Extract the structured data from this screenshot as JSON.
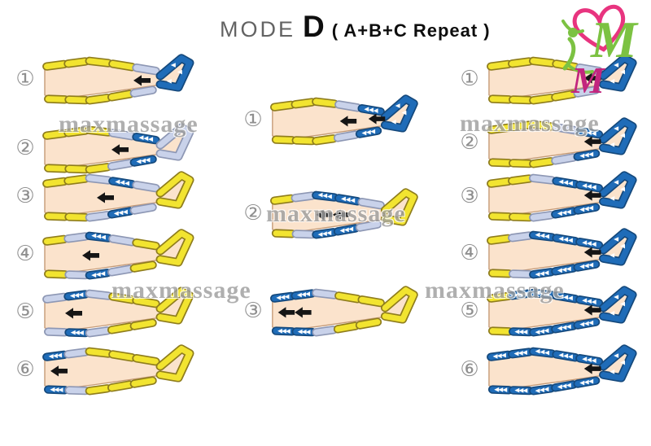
{
  "title": {
    "mode_label": "MODE",
    "mode_letter": "D",
    "suffix": "( A+B+C Repeat )"
  },
  "watermark_text": "maxmassage",
  "logo": {
    "m1": "M",
    "m2": "M"
  },
  "colors": {
    "inflated": "#1f6cb8",
    "deflated": "#f2e430",
    "connector": "#c9d2ea",
    "skin": "#fbe3cc",
    "arrow": "#151515",
    "number_gray": "#8f8f8f",
    "watermark_gray": "#9e9e9e",
    "logo_green": "#7cc242",
    "logo_pink": "#e8347f",
    "logo_magenta": "#c2267e"
  },
  "columns": [
    {
      "id": "left",
      "steps": [
        {
          "label": "①",
          "segments": [
            "y",
            "y",
            "y",
            "y",
            "g",
            "b"
          ],
          "arrows": [
            0.78
          ]
        },
        {
          "label": "②",
          "segments": [
            "y",
            "y",
            "y",
            "g",
            "b",
            "g"
          ],
          "arrows": [
            0.6
          ]
        },
        {
          "label": "③",
          "segments": [
            "y",
            "y",
            "g",
            "b",
            "g",
            "y"
          ],
          "arrows": [
            0.48
          ]
        },
        {
          "label": "④",
          "segments": [
            "y",
            "g",
            "b",
            "g",
            "y",
            "y"
          ],
          "arrows": [
            0.36
          ]
        },
        {
          "label": "⑤",
          "segments": [
            "g",
            "b",
            "g",
            "y",
            "y",
            "y"
          ],
          "arrows": [
            0.22
          ]
        },
        {
          "label": "⑥",
          "segments": [
            "b",
            "g",
            "y",
            "y",
            "y",
            "y"
          ],
          "arrows": [
            0.1
          ]
        }
      ]
    },
    {
      "id": "middle",
      "steps": [
        {
          "label": "①",
          "segments": [
            "y",
            "y",
            "y",
            "g",
            "b",
            "b"
          ],
          "arrows": [
            0.62,
            0.86
          ]
        },
        {
          "label": "②",
          "segments": [
            "y",
            "g",
            "b",
            "b",
            "g",
            "y"
          ],
          "arrows": [
            0.42,
            0.56
          ]
        },
        {
          "label": "③",
          "segments": [
            "b",
            "b",
            "g",
            "y",
            "y",
            "y"
          ],
          "arrows": [
            0.1,
            0.24
          ]
        }
      ]
    },
    {
      "id": "right",
      "steps": [
        {
          "label": "①",
          "segments": [
            "y",
            "y",
            "y",
            "y",
            "g",
            "b"
          ],
          "arrows": [
            0.84
          ]
        },
        {
          "label": "②",
          "segments": [
            "y",
            "y",
            "y",
            "g",
            "b",
            "b"
          ],
          "arrows": [
            0.84
          ]
        },
        {
          "label": "③",
          "segments": [
            "y",
            "y",
            "g",
            "b",
            "b",
            "b"
          ],
          "arrows": [
            0.84
          ]
        },
        {
          "label": "④",
          "segments": [
            "y",
            "g",
            "b",
            "b",
            "b",
            "b"
          ],
          "arrows": [
            0.84
          ]
        },
        {
          "label": "⑤",
          "segments": [
            "y",
            "b",
            "b",
            "b",
            "b",
            "b"
          ],
          "arrows": [
            0.84
          ]
        },
        {
          "label": "⑥",
          "segments": [
            "b",
            "b",
            "b",
            "b",
            "b",
            "b"
          ],
          "arrows": [
            0.84
          ]
        }
      ]
    }
  ]
}
